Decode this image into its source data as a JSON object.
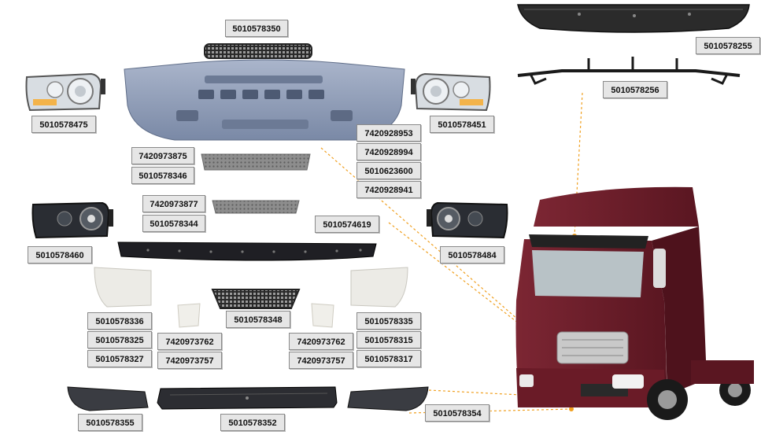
{
  "labels": {
    "grille_top": "5010578350",
    "headlamp_left_top": "5010578475",
    "headlamp_right_top": "5010578451",
    "sun_visor": "5010578255",
    "visor_bracket": "5010578256",
    "bumper_group_1": [
      "7420928953",
      "7420928994",
      "5010623600",
      "7420928941"
    ],
    "grille_insert_a": [
      "7420973875",
      "5010578346"
    ],
    "grille_insert_b": [
      "7420973877",
      "5010578344"
    ],
    "lower_trim_bar": "5010574619",
    "headlamp_left_black": "5010578460",
    "headlamp_right_black": "5010578484",
    "corner_left_group": [
      "5010578336",
      "5010578325",
      "5010578327"
    ],
    "foglamp_cover_left": [
      "7420973762",
      "7420973757"
    ],
    "lower_grille": "5010578348",
    "foglamp_cover_right": [
      "7420973762",
      "7420973757"
    ],
    "corner_right_group": [
      "5010578335",
      "5010578315",
      "5010578317"
    ],
    "spoiler_left": "5010578355",
    "spoiler_center": "5010578352",
    "spoiler_right": "5010578354"
  },
  "colors": {
    "bumper_blue": "#8c9bb6",
    "truck_body": "#6e1f2a",
    "black_part": "#1e1e22",
    "corner_white": "#ecebe6",
    "label_bg": "#e6e6e6",
    "leader_orange": "#f0a020"
  }
}
